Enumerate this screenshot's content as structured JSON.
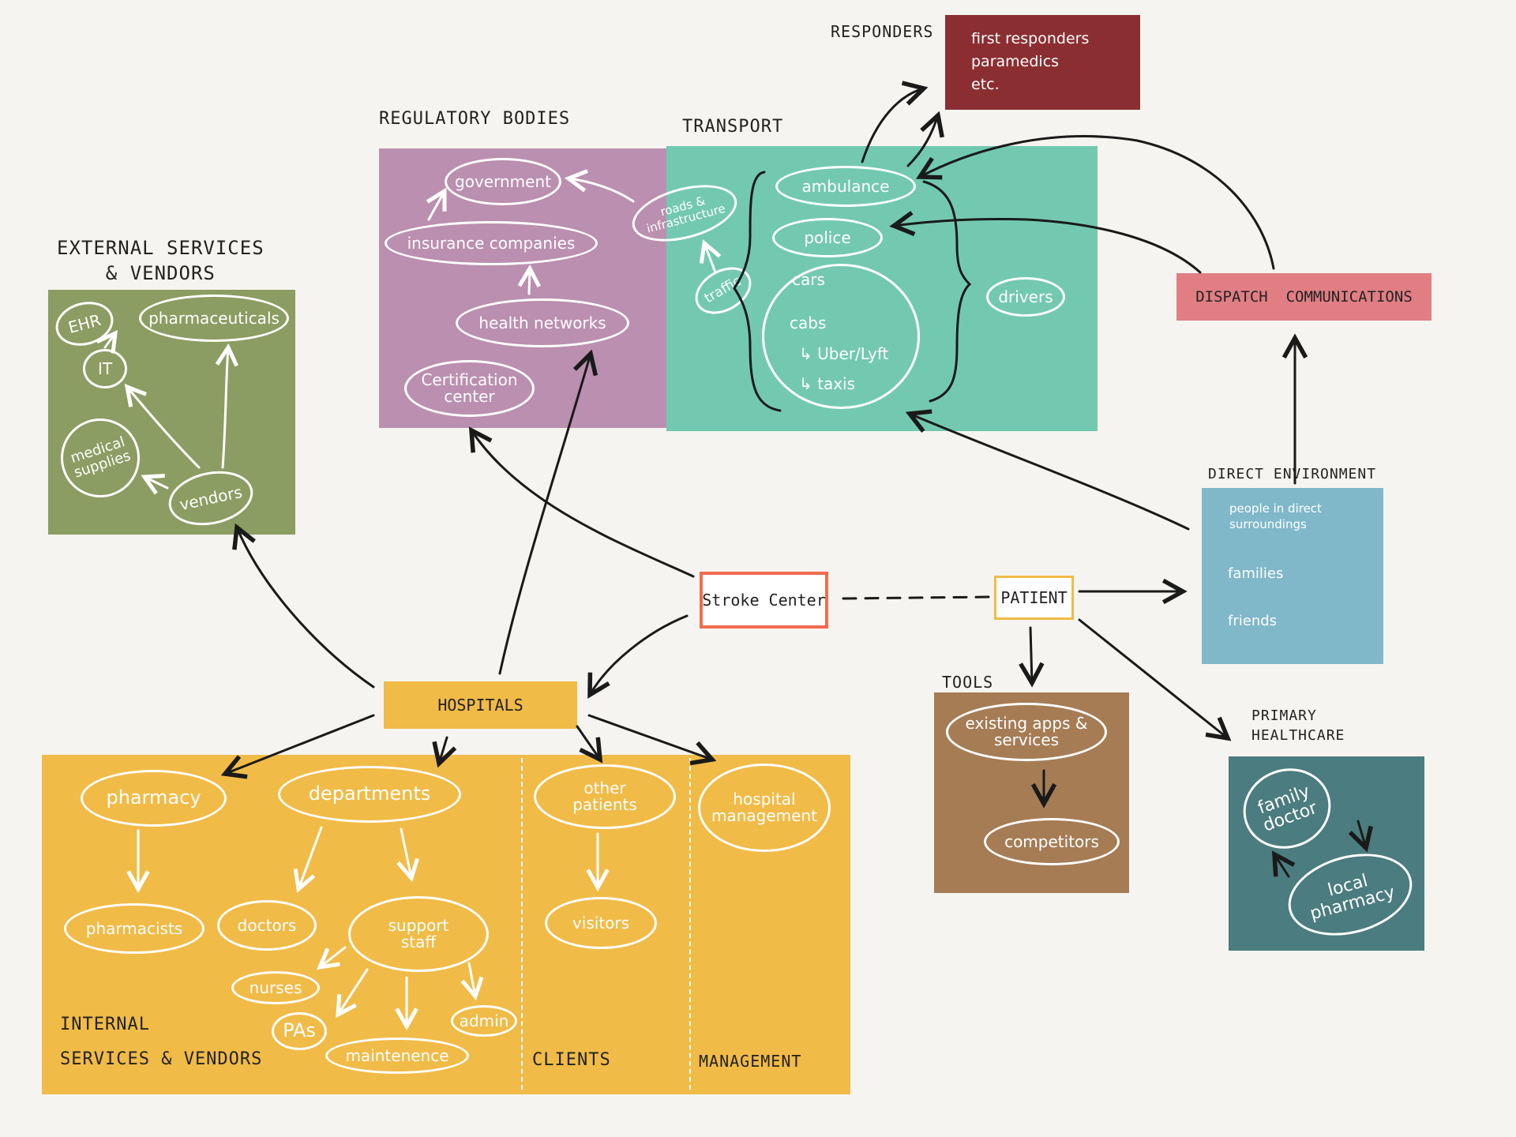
{
  "colors": {
    "external": "#8b9d62",
    "regulatory": "#bb8fb0",
    "transport": "#73c9b0",
    "responders": "#8b2e32",
    "dispatch": "#e07e84",
    "direct": "#80b8ca",
    "internal": "#f1bb47",
    "stroke": "#f26b4f",
    "tools": "#a67c55",
    "primary": "#4b7c7f"
  },
  "external": {
    "title": "EXTERNAL SERVICES\n& VENDORS",
    "ehr": "EHR",
    "it": "IT",
    "pharmaceuticals": "pharmaceuticals",
    "medical_supplies": "medical\nsupplies",
    "vendors": "vendors"
  },
  "regulatory": {
    "title": "REGULATORY BODIES",
    "government": "government",
    "insurance": "insurance companies",
    "health_networks": "health networks",
    "certification": "Certification\ncenter"
  },
  "transport": {
    "title": "TRANSPORT",
    "roads": "roads &\ninfrastructure",
    "traffic": "traffic",
    "ambulance": "ambulance",
    "police": "police",
    "cars": "cars",
    "cabs": "cabs",
    "uber": "↳ Uber/Lyft",
    "taxis": "↳ taxis",
    "drivers": "drivers"
  },
  "responders": {
    "title": "RESPONDERS",
    "text": "first responders\nparamedics\netc."
  },
  "dispatch": {
    "label": "DISPATCH  COMMUNICATIONS"
  },
  "direct": {
    "title": "DIRECT ENVIRONMENT",
    "people": "people in direct\nsurroundings",
    "families": "families",
    "friends": "friends"
  },
  "stroke_center": "Stroke Center",
  "patient": "PATIENT",
  "hospitals": "HOSPITALS",
  "internal": {
    "pharmacy": "pharmacy",
    "departments": "departments",
    "pharmacists": "pharmacists",
    "doctors": "doctors",
    "support_staff": "support\nstaff",
    "nurses": "nurses",
    "pas": "PAs",
    "maintenance": "maintenence",
    "admin": "admin",
    "other_patients": "other\npatients",
    "visitors": "visitors",
    "hospital_management": "hospital\nmanagement",
    "label_internal": "INTERNAL\nSERVICES & VENDORS",
    "label_clients": "CLIENTS",
    "label_management": "MANAGEMENT"
  },
  "tools": {
    "title": "TOOLS",
    "existing": "existing apps &\nservices",
    "competitors": "competitors"
  },
  "primary": {
    "title": "PRIMARY\nHEALTHCARE",
    "family_doctor": "family\ndoctor",
    "local_pharmacy": "local\npharmacy"
  }
}
